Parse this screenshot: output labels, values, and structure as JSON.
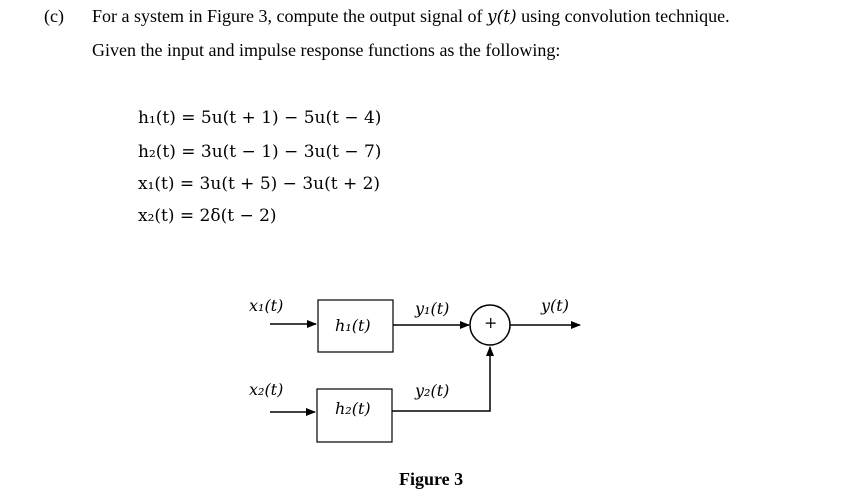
{
  "question": {
    "part_label": "(c)",
    "line1_before": "For a system in Figure 3, compute the output signal of ",
    "line1_math": "y(t)",
    "line1_after": " using convolution technique.",
    "line2": "Given the input and impulse response functions as the following:"
  },
  "equations": [
    "h₁(t) = 5u(t + 1) − 5u(t − 4)",
    "h₂(t) = 3u(t − 1) − 3u(t − 7)",
    "x₁(t) = 3u(t + 5) − 3u(t + 2)",
    "x₂(t) = 2δ(t − 2)"
  ],
  "diagram": {
    "input1": "x₁(t)",
    "input2": "x₂(t)",
    "block1": "h₁(t)",
    "block2": "h₂(t)",
    "signal1": "y₁(t)",
    "signal2": "y₂(t)",
    "summer": "+",
    "output": "y(t)",
    "caption": "Figure 3"
  }
}
